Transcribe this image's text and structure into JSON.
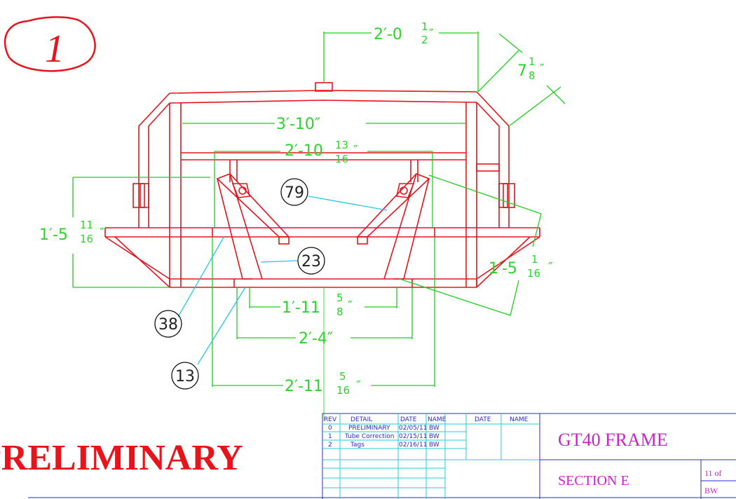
{
  "markup": {
    "sheet_number": "1"
  },
  "dimensions": {
    "top_width": {
      "whole": "2′-0",
      "num": "1",
      "den": "2",
      "unit": "″"
    },
    "corner_angle": {
      "whole": "7",
      "num": "1",
      "den": "8",
      "unit": "″"
    },
    "inner_width": {
      "whole": "3′-10″"
    },
    "mid_width": {
      "whole": "2′-10",
      "num": "13",
      "den": "16",
      "unit": "″"
    },
    "left_height": {
      "whole": "1′-5",
      "num": "11",
      "den": "16",
      "unit": "″"
    },
    "right_diag": {
      "whole": "1′-5",
      "num": "1",
      "den": "16",
      "unit": "″"
    },
    "lower_1": {
      "whole": "1′-11",
      "num": "5",
      "den": "8",
      "unit": "″"
    },
    "lower_2": {
      "whole": "2′-4″"
    },
    "lower_3": {
      "whole": "2′-11",
      "num": "5",
      "den": "16",
      "unit": "″"
    }
  },
  "balloons": [
    "79",
    "23",
    "38",
    "13"
  ],
  "stamp": "PRELIMINARY",
  "revision_table": {
    "headers": [
      "REV",
      "DETAIL",
      "DATE",
      "NAME",
      "DATE",
      "NAME"
    ],
    "rows": [
      {
        "rev": "0",
        "detail": "PRELIMINARY",
        "date": "02/05/11",
        "name": "BW"
      },
      {
        "rev": "1",
        "detail": "Tube Correction",
        "date": "02/15/11",
        "name": "BW"
      },
      {
        "rev": "2",
        "detail": "Tags",
        "date": "02/16/11",
        "name": "BW"
      }
    ]
  },
  "title_block": {
    "title": "GT40 FRAME",
    "section": "SECTION E",
    "sheet": "11 of",
    "drawn_by": "BW"
  },
  "colors": {
    "frame": "#e8141c",
    "dimension": "#1ecf1e",
    "leader": "#22c8e8",
    "title_block": "#2a2ad0",
    "title_text": "#d020c8"
  }
}
